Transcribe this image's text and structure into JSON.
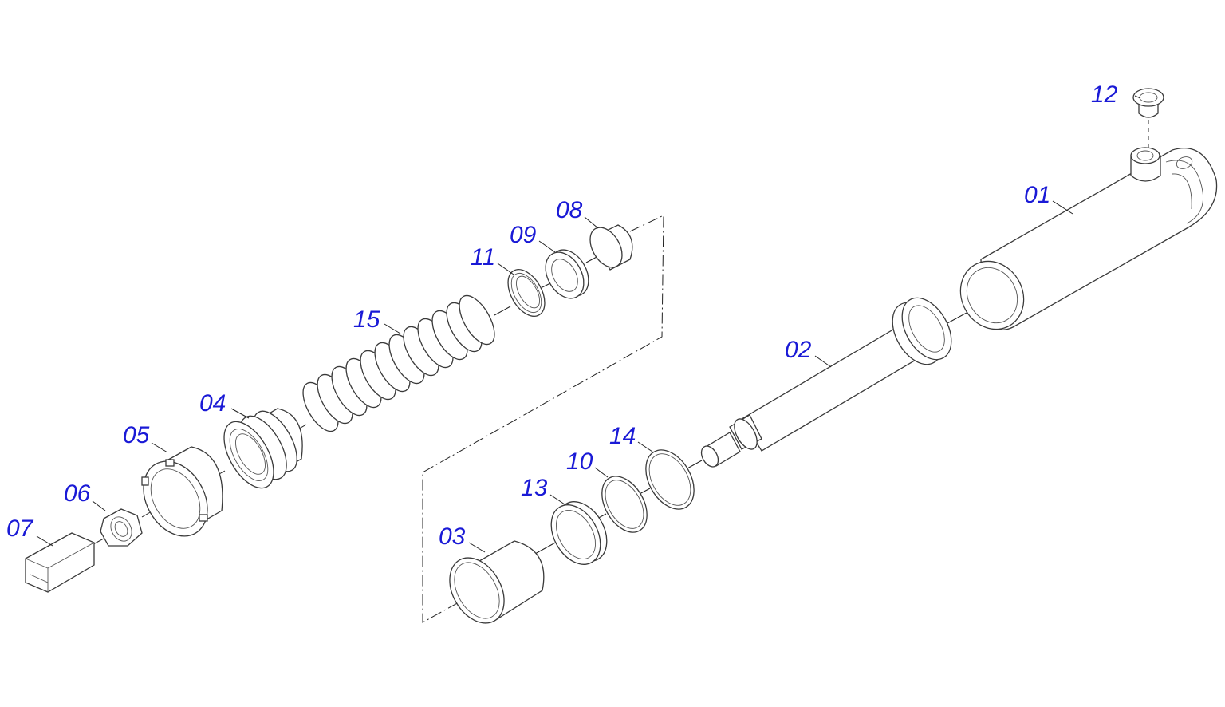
{
  "diagram": {
    "label_color": "#1a1ad6",
    "line_color": "#222222",
    "callouts": {
      "p01": "01",
      "p02": "02",
      "p03": "03",
      "p04": "04",
      "p05": "05",
      "p06": "06",
      "p07": "07",
      "p08": "08",
      "p09": "09",
      "p10": "10",
      "p11": "11",
      "p12": "12",
      "p13": "13",
      "p14": "14",
      "p15": "15"
    }
  }
}
